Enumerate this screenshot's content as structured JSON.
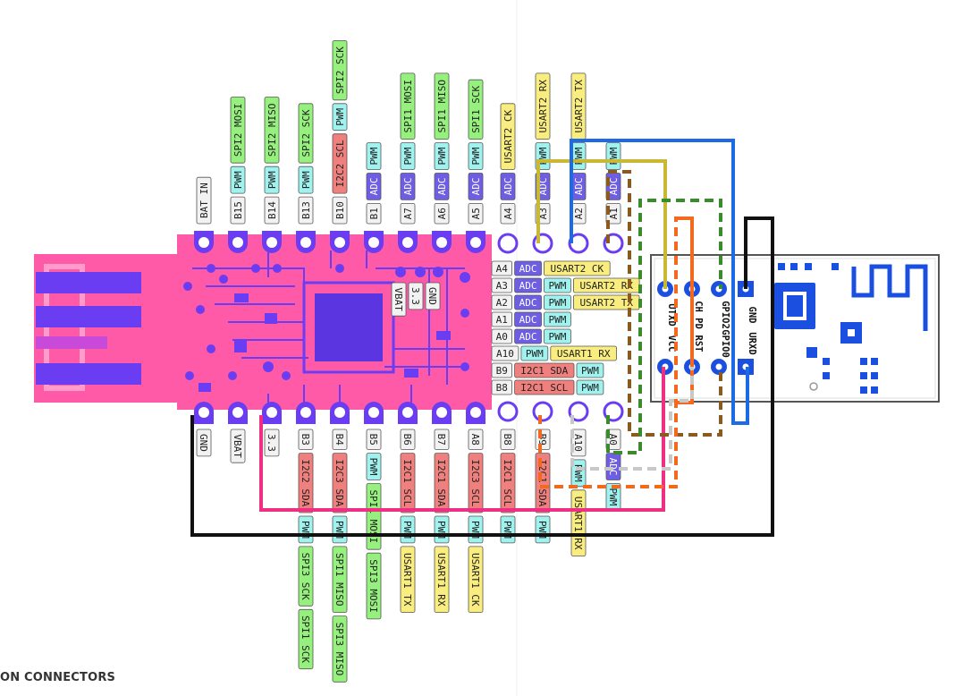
{
  "caption": "ON CONNECTORS",
  "colors": {
    "pcb_fill": "#ff5aa8",
    "pcb_trace": "#6a3df2",
    "tag_pwm": "#9ff2ee",
    "tag_spi": "#96f07e",
    "tag_i2c": "#f0807e",
    "tag_adc": "#6d5ee3",
    "tag_usart": "#f8ed7e",
    "tag_name": "#f2f2f2",
    "wire_yellow": "#c8b834",
    "wire_blue": "#1c6ae6",
    "wire_black": "#111111",
    "wire_pink": "#ee2f83",
    "wire_brown": "#8a5a1e",
    "wire_green": "#3b8a2c",
    "wire_orange": "#f26a1f",
    "wire_gray": "#c8c8c8",
    "esp_blue": "#1b4fe0"
  },
  "top_header": [
    {
      "name": "BAT_IN",
      "tags": []
    },
    {
      "name": "B15",
      "tags": [
        {
          "t": "PWM",
          "c": "pwm"
        },
        {
          "t": "SPI2 MOSI",
          "c": "spi"
        }
      ]
    },
    {
      "name": "B14",
      "tags": [
        {
          "t": "PWM",
          "c": "pwm"
        },
        {
          "t": "SPI2 MISO",
          "c": "spi"
        }
      ]
    },
    {
      "name": "B13",
      "tags": [
        {
          "t": "PWM",
          "c": "pwm"
        },
        {
          "t": "SPI2 SCK",
          "c": "spi"
        }
      ]
    },
    {
      "name": "B10",
      "tags": [
        {
          "t": "I2C2 SCL",
          "c": "i2c"
        },
        {
          "t": "PWM",
          "c": "pwm"
        },
        {
          "t": "SPI2 SCK",
          "c": "spi"
        }
      ]
    },
    {
      "name": "B1",
      "tags": [
        {
          "t": "ADC",
          "c": "adc"
        },
        {
          "t": "PWM",
          "c": "pwm"
        }
      ]
    },
    {
      "name": "A7",
      "tags": [
        {
          "t": "ADC",
          "c": "adc"
        },
        {
          "t": "PWM",
          "c": "pwm"
        },
        {
          "t": "SPI1 MOSI",
          "c": "spi"
        }
      ]
    },
    {
      "name": "A6",
      "tags": [
        {
          "t": "ADC",
          "c": "adc"
        },
        {
          "t": "PWM",
          "c": "pwm"
        },
        {
          "t": "SPI1 MISO",
          "c": "spi"
        }
      ]
    },
    {
      "name": "A5",
      "tags": [
        {
          "t": "ADC",
          "c": "adc"
        },
        {
          "t": "PWM",
          "c": "pwm"
        },
        {
          "t": "SPI1 SCK",
          "c": "spi"
        }
      ]
    }
  ],
  "top_header_right": [
    {
      "name": "A4",
      "tags": [
        {
          "t": "ADC",
          "c": "adc"
        },
        {
          "t": "USART2 CK",
          "c": "usart"
        }
      ]
    },
    {
      "name": "A3",
      "tags": [
        {
          "t": "ADC",
          "c": "adc"
        },
        {
          "t": "PWM",
          "c": "pwm"
        },
        {
          "t": "USART2 RX",
          "c": "usart"
        }
      ]
    },
    {
      "name": "A2",
      "tags": [
        {
          "t": "ADC",
          "c": "adc"
        },
        {
          "t": "PWM",
          "c": "pwm"
        },
        {
          "t": "USART2 TX",
          "c": "usart"
        }
      ]
    },
    {
      "name": "A1",
      "tags": [
        {
          "t": "ADC",
          "c": "adc"
        },
        {
          "t": "PWM",
          "c": "pwm"
        }
      ]
    }
  ],
  "bottom_header": [
    {
      "name": "GND",
      "tags": []
    },
    {
      "name": "VBAT",
      "tags": []
    },
    {
      "name": "3.3",
      "tags": []
    },
    {
      "name": "B3",
      "tags": [
        {
          "t": "I2C2 SDA",
          "c": "i2c"
        },
        {
          "t": "PWM",
          "c": "pwm"
        },
        {
          "t": "SPI3 SCK",
          "c": "spi"
        },
        {
          "t": "SPI1 SCK",
          "c": "spi"
        }
      ]
    },
    {
      "name": "B4",
      "tags": [
        {
          "t": "I2C3 SDA",
          "c": "i2c"
        },
        {
          "t": "PWM",
          "c": "pwm"
        },
        {
          "t": "SPI1 MISO",
          "c": "spi"
        },
        {
          "t": "SPI3 MISO",
          "c": "spi"
        }
      ]
    },
    {
      "name": "B5",
      "tags": [
        {
          "t": "PWM",
          "c": "pwm"
        },
        {
          "t": "SPI1 MOSI",
          "c": "spi"
        },
        {
          "t": "SPI3 MOSI",
          "c": "spi"
        }
      ]
    },
    {
      "name": "B6",
      "tags": [
        {
          "t": "I2C1 SCL",
          "c": "i2c"
        },
        {
          "t": "PWM",
          "c": "pwm"
        },
        {
          "t": "USART1 TX",
          "c": "usart"
        }
      ]
    },
    {
      "name": "B7",
      "tags": [
        {
          "t": "I2C1 SDA",
          "c": "i2c"
        },
        {
          "t": "PWM",
          "c": "pwm"
        },
        {
          "t": "USART1 RX",
          "c": "usart"
        }
      ]
    },
    {
      "name": "A8",
      "tags": [
        {
          "t": "I2C3 SCL",
          "c": "i2c"
        },
        {
          "t": "PWM",
          "c": "pwm"
        },
        {
          "t": "USART1 CK",
          "c": "usart"
        }
      ]
    }
  ],
  "bottom_header_right": [
    {
      "name": "B8",
      "tags": [
        {
          "t": "I2C1 SCL",
          "c": "i2c"
        },
        {
          "t": "PWM",
          "c": "pwm"
        }
      ]
    },
    {
      "name": "B9",
      "tags": [
        {
          "t": "I2C1 SDA",
          "c": "i2c"
        },
        {
          "t": "PWM",
          "c": "pwm"
        }
      ]
    },
    {
      "name": "A10",
      "tags": [
        {
          "t": "PWM",
          "c": "pwm"
        },
        {
          "t": "USART1 RX",
          "c": "usart"
        }
      ]
    },
    {
      "name": "A0",
      "tags": [
        {
          "t": "ADC",
          "c": "adc"
        },
        {
          "t": "PWM",
          "c": "pwm"
        }
      ]
    }
  ],
  "side_pins": [
    {
      "name": "A4",
      "tags": [
        {
          "t": "ADC",
          "c": "adc"
        },
        {
          "t": "USART2 CK",
          "c": "usart"
        }
      ]
    },
    {
      "name": "A3",
      "tags": [
        {
          "t": "ADC",
          "c": "adc"
        },
        {
          "t": "PWM",
          "c": "pwm"
        },
        {
          "t": "USART2 RX",
          "c": "usart"
        }
      ]
    },
    {
      "name": "A2",
      "tags": [
        {
          "t": "ADC",
          "c": "adc"
        },
        {
          "t": "PWM",
          "c": "pwm"
        },
        {
          "t": "USART2 TX",
          "c": "usart"
        }
      ]
    },
    {
      "name": "A1",
      "tags": [
        {
          "t": "ADC",
          "c": "adc"
        },
        {
          "t": "PWM",
          "c": "pwm"
        }
      ]
    },
    {
      "name": "A0",
      "tags": [
        {
          "t": "ADC",
          "c": "adc"
        },
        {
          "t": "PWM",
          "c": "pwm"
        }
      ]
    },
    {
      "name": "A10",
      "tags": [
        {
          "t": "PWM",
          "c": "pwm"
        },
        {
          "t": "USART1 RX",
          "c": "usart"
        }
      ]
    },
    {
      "name": "B9",
      "tags": [
        {
          "t": "I2C1 SDA",
          "c": "i2c"
        },
        {
          "t": "PWM",
          "c": "pwm"
        }
      ]
    },
    {
      "name": "B8",
      "tags": [
        {
          "t": "I2C1 SCL",
          "c": "i2c"
        },
        {
          "t": "PWM",
          "c": "pwm"
        }
      ]
    }
  ],
  "chip_labels": [
    "VBAT",
    "3.3",
    "GND"
  ],
  "esp_module": {
    "top_labels": [
      "UTXD",
      "CH_PD",
      "GPIO2",
      "GND"
    ],
    "bottom_labels": [
      "VCC",
      "RST",
      "GPIO0",
      "URXD"
    ]
  }
}
